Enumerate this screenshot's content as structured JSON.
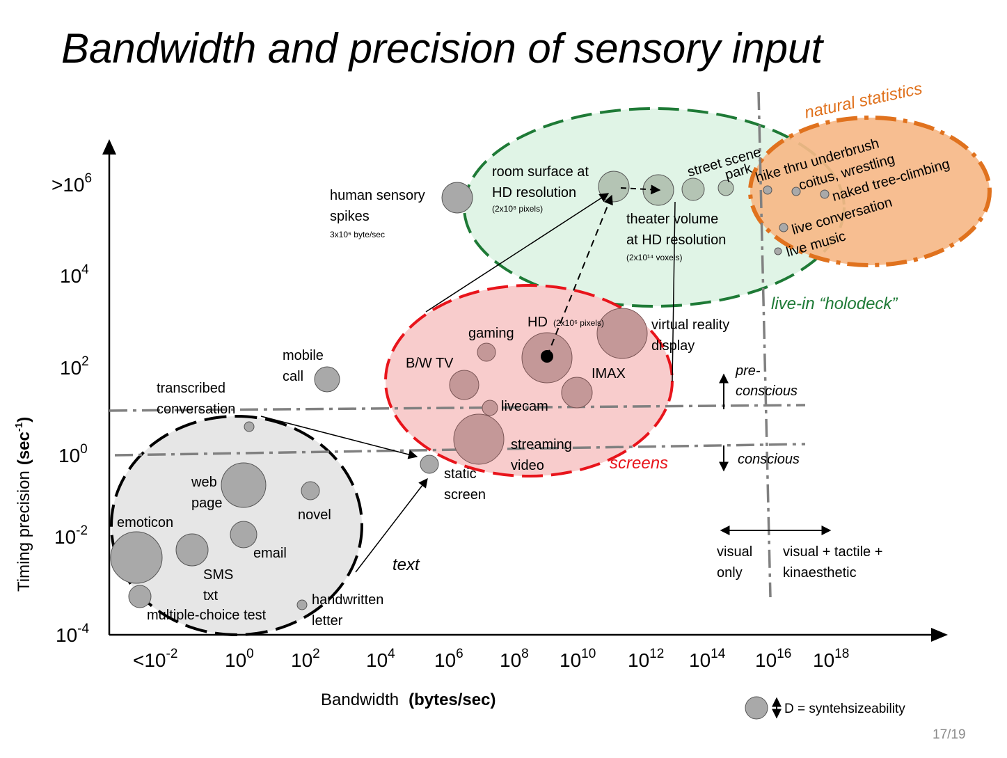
{
  "title": "Bandwidth and precision of sensory input",
  "page_number": "17/19",
  "axes": {
    "x_label_normal": "Bandwidth",
    "x_label_bold": "(bytes/sec)",
    "y_label_normal": "Timing precision",
    "y_label_bold": "(sec",
    "y_label_sup": "-1",
    "y_label_close": ")",
    "x_ticks": [
      {
        "base": "<10",
        "exp": "-2"
      },
      {
        "base": "10",
        "exp": "0"
      },
      {
        "base": "10",
        "exp": "2"
      },
      {
        "base": "10",
        "exp": "4"
      },
      {
        "base": "10",
        "exp": "6"
      },
      {
        "base": "10",
        "exp": "8"
      },
      {
        "base": "10",
        "exp": "10"
      },
      {
        "base": "10",
        "exp": "12"
      },
      {
        "base": "10",
        "exp": "14"
      },
      {
        "base": "10",
        "exp": "16"
      },
      {
        "base": "10",
        "exp": "18"
      }
    ],
    "y_ticks": [
      {
        "base": ">10",
        "exp": "6"
      },
      {
        "base": "10",
        "exp": "4"
      },
      {
        "base": "10",
        "exp": "2"
      },
      {
        "base": "10",
        "exp": "0"
      },
      {
        "base": "10",
        "exp": "-2"
      },
      {
        "base": "10",
        "exp": "-4"
      }
    ]
  },
  "groups": {
    "text": "text",
    "screens": "screens",
    "holodeck": "live-in “holodeck”",
    "natural": "natural statistics"
  },
  "colors": {
    "text_group": "#e6e6e6",
    "screens_fill": "#f8cccc",
    "screens_stroke": "#e8141b",
    "holodeck_fill": "#e0f4e6",
    "holodeck_stroke": "#1e7a36",
    "natural_fill": "#f6b988",
    "natural_stroke": "#e0721e",
    "screens_label": "#e8141b",
    "holodeck_label": "#1e7a36",
    "natural_label": "#e0721e"
  },
  "labels": {
    "transcribed": [
      "transcribed",
      "conversation"
    ],
    "mobile": [
      "mobile",
      "call"
    ],
    "web": [
      "web",
      "page"
    ],
    "novel": "novel",
    "emoticon": "emoticon",
    "email": "email",
    "sms": [
      "SMS",
      "txt"
    ],
    "mc_test": "multiple-choice test",
    "handwritten": [
      "handwritten",
      "letter"
    ],
    "static": [
      "static",
      "screen"
    ],
    "gaming": "gaming",
    "hd": "HD",
    "hd_note": "(2x10⁶ pixels)",
    "vr": [
      "virtual reality",
      "display"
    ],
    "bw_tv": "B/W TV",
    "imax": "IMAX",
    "livecam": "livecam",
    "streaming": [
      "streaming",
      "video"
    ],
    "human_spikes": [
      "human sensory",
      "spikes"
    ],
    "human_note": "3x10⁶ byte/sec",
    "room": [
      "room surface at",
      "HD resolution"
    ],
    "room_note": "(2x10⁸ pixels)",
    "theater": [
      "theater volume",
      "at HD resolution"
    ],
    "theater_note": "(2x10¹⁴ voxels)",
    "street": "street scene",
    "park": "park",
    "hike": "hike thru underbrush",
    "coitus": "coitus, wrestling",
    "naked": "naked tree-climbing",
    "live_conv": "live conversation",
    "live_music": "live music",
    "pre": [
      "pre-",
      "conscious"
    ],
    "conscious": "conscious",
    "visual_only": [
      "visual",
      "only"
    ],
    "visual_tactile": [
      "visual + tactile +",
      "kinaesthetic"
    ],
    "legend": "D = syntehsizeability"
  }
}
